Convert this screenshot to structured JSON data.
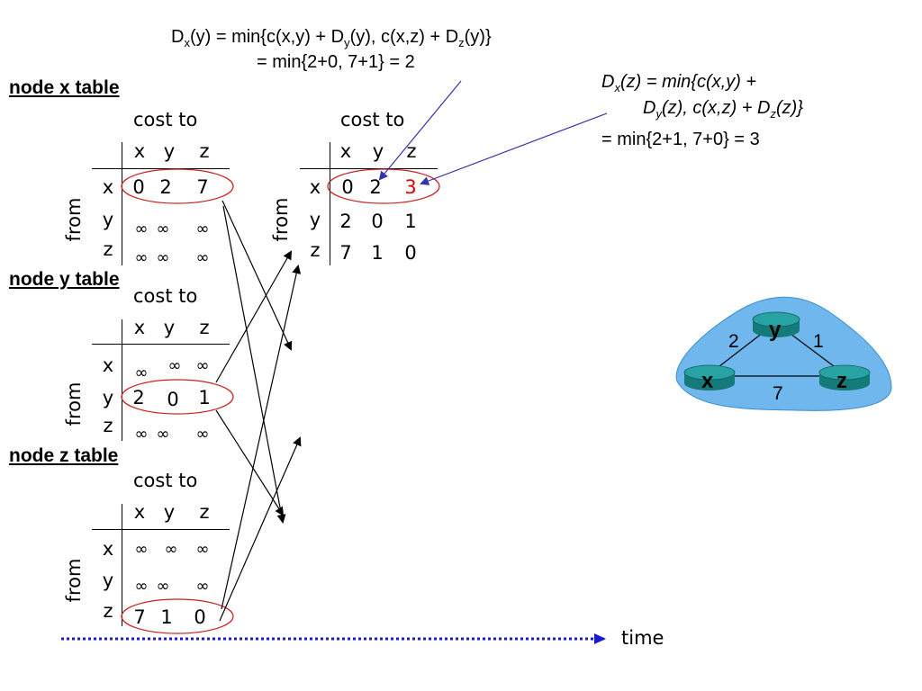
{
  "formula_top": {
    "line1_prefix": "D",
    "line1_sub": "x",
    "line1_mid1": "(y) = min{c(x,y) + D",
    "line1_sub2": "y",
    "line1_mid2": "(y), c(x,z) + D",
    "line1_sub3": "z",
    "line1_end": "(y)}",
    "line2": "= min{2+0, 7+1} = 2"
  },
  "formula_right": {
    "l1_a": "D",
    "l1_sub": "x",
    "l1_b": "(z) = min{",
    "l1_c": "c(x,y) +",
    "l2_a": "D",
    "l2_sub": "y",
    "l2_b": "(z), c(x,z) + D",
    "l2_sub2": "z",
    "l2_c": "(z)}",
    "l3": "= min{2+1, 7+0} = 3"
  },
  "tables": {
    "node_x": {
      "title": "node x table",
      "cost_to": "cost to",
      "cols": [
        "x",
        "y",
        "z"
      ],
      "from": "from",
      "rows": [
        {
          "label": "x",
          "cells": [
            "0",
            "2",
            "7"
          ]
        },
        {
          "label": "y",
          "cells": [
            "∞",
            "∞",
            "∞"
          ]
        },
        {
          "label": "z",
          "cells": [
            "∞",
            "∞",
            "∞"
          ]
        }
      ]
    },
    "node_x_updated": {
      "cost_to": "cost to",
      "cols": [
        "x",
        "y",
        "z"
      ],
      "from": "from",
      "rows": [
        {
          "label": "x",
          "cells": [
            "0",
            "2",
            "3"
          ]
        },
        {
          "label": "y",
          "cells": [
            "2",
            "0",
            "1"
          ]
        },
        {
          "label": "z",
          "cells": [
            "7",
            "1",
            "0"
          ]
        }
      ],
      "highlight_color": "#e00000"
    },
    "node_y": {
      "title": "node y table",
      "cost_to": "cost to",
      "cols": [
        "x",
        "y",
        "z"
      ],
      "from": "from",
      "rows": [
        {
          "label": "x",
          "cells": [
            "∞",
            "∞",
            "∞"
          ]
        },
        {
          "label": "y",
          "cells": [
            "2",
            "0",
            "1"
          ]
        },
        {
          "label": "z",
          "cells": [
            "∞",
            "∞",
            "∞"
          ]
        }
      ]
    },
    "node_z": {
      "title": "node z table",
      "cost_to": "cost to",
      "cols": [
        "x",
        "y",
        "z"
      ],
      "from": "from",
      "rows": [
        {
          "label": "x",
          "cells": [
            "∞",
            "∞",
            "∞"
          ]
        },
        {
          "label": "y",
          "cells": [
            "∞",
            "∞",
            "∞"
          ]
        },
        {
          "label": "z",
          "cells": [
            "7",
            "1",
            "0"
          ]
        }
      ]
    }
  },
  "network": {
    "nodes": [
      "x",
      "y",
      "z"
    ],
    "edges": [
      {
        "from": "x",
        "to": "y",
        "cost": "2"
      },
      {
        "from": "y",
        "to": "z",
        "cost": "1"
      },
      {
        "from": "x",
        "to": "z",
        "cost": "7"
      }
    ],
    "cloud_color": "#6fb7ec",
    "router_color": "#1a8a8a"
  },
  "timeline": {
    "label": "time",
    "color": "#1a1acc"
  },
  "colors": {
    "circle": "#cc2222",
    "formula_arrow": "#3333aa"
  }
}
